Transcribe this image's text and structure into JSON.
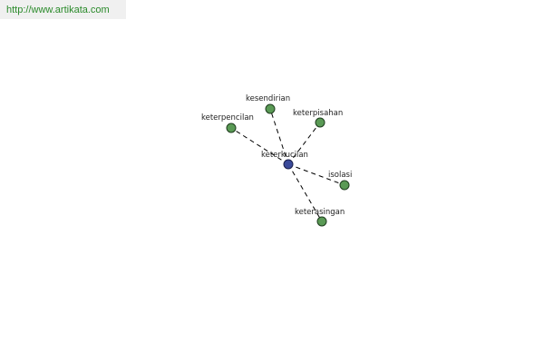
{
  "source_url": "http://www.artikata.com",
  "colors": {
    "center_node": "#3a4a9a",
    "leaf_node": "#5a9a55",
    "url_text": "#2a8a2a"
  },
  "graph": {
    "center": {
      "label": "keterkucilan"
    },
    "leaves": [
      {
        "label": "kesendirian"
      },
      {
        "label": "keterpencilan"
      },
      {
        "label": "keterpisahan"
      },
      {
        "label": "isolasi"
      },
      {
        "label": "keterasingan"
      }
    ]
  }
}
